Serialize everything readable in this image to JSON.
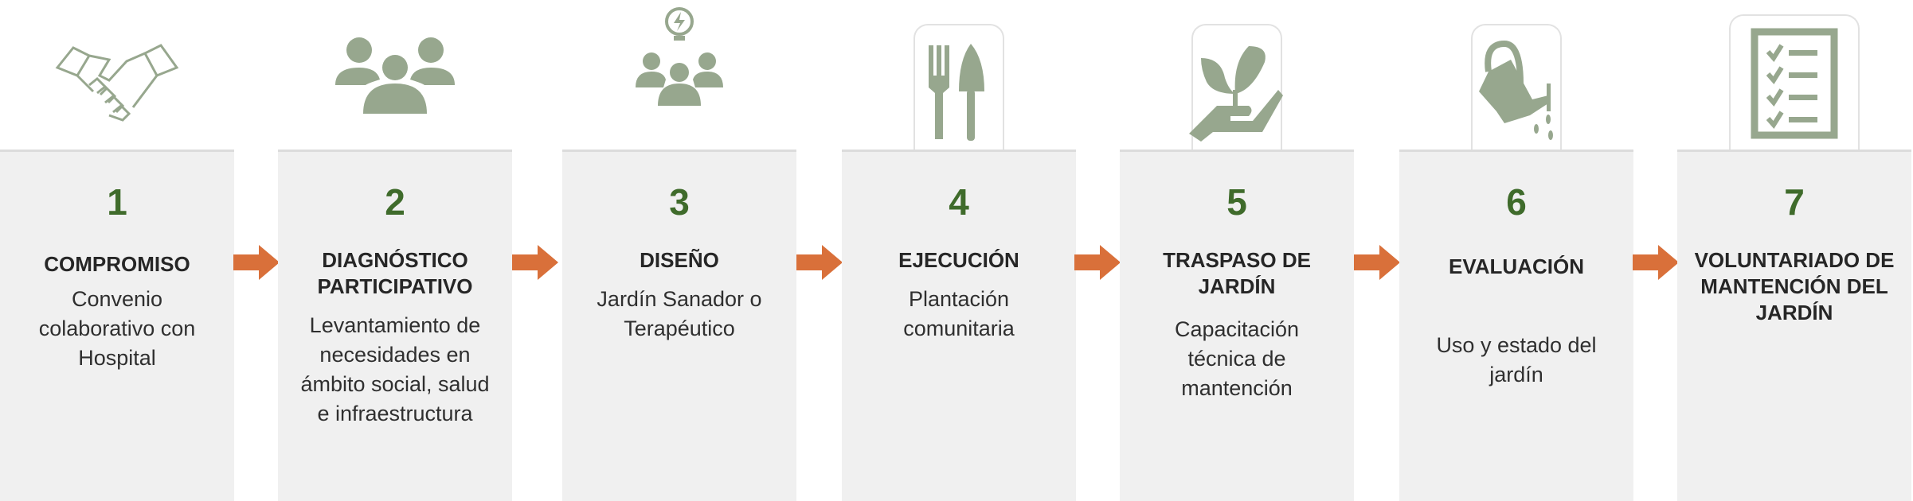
{
  "colors": {
    "number": "#3f6b2b",
    "icon": "#97a78e",
    "arrow": "#d9703a",
    "box": "#f0f0f0"
  },
  "steps": [
    {
      "number": "1",
      "title": "COMPROMISO",
      "body": "Convenio colaborativo con Hospital",
      "icon": "handshake-icon"
    },
    {
      "number": "2",
      "title": "DIAGNÓSTICO PARTICIPATIVO",
      "body": "Levantamiento de necesidades en ámbito social, salud e infraestructura",
      "icon": "people-group-icon"
    },
    {
      "number": "3",
      "title": "DISEÑO",
      "body": "Jardín Sanador o Terapéutico",
      "icon": "team-idea-icon"
    },
    {
      "number": "4",
      "title": "EJECUCIÓN",
      "body": "Plantación comunitaria",
      "icon": "fork-trowel-icon"
    },
    {
      "number": "5",
      "title": "TRASPASO DE JARDÍN",
      "body": "Capacitación técnica de mantención",
      "icon": "hand-plant-icon"
    },
    {
      "number": "6",
      "title": "EVALUACIÓN",
      "body": "Uso y estado del jardín",
      "icon": "watering-can-icon"
    },
    {
      "number": "7",
      "title": "VOLUNTARIADO DE MANTENCIÓN DEL JARDÍN",
      "body": "",
      "icon": "checklist-icon"
    }
  ]
}
